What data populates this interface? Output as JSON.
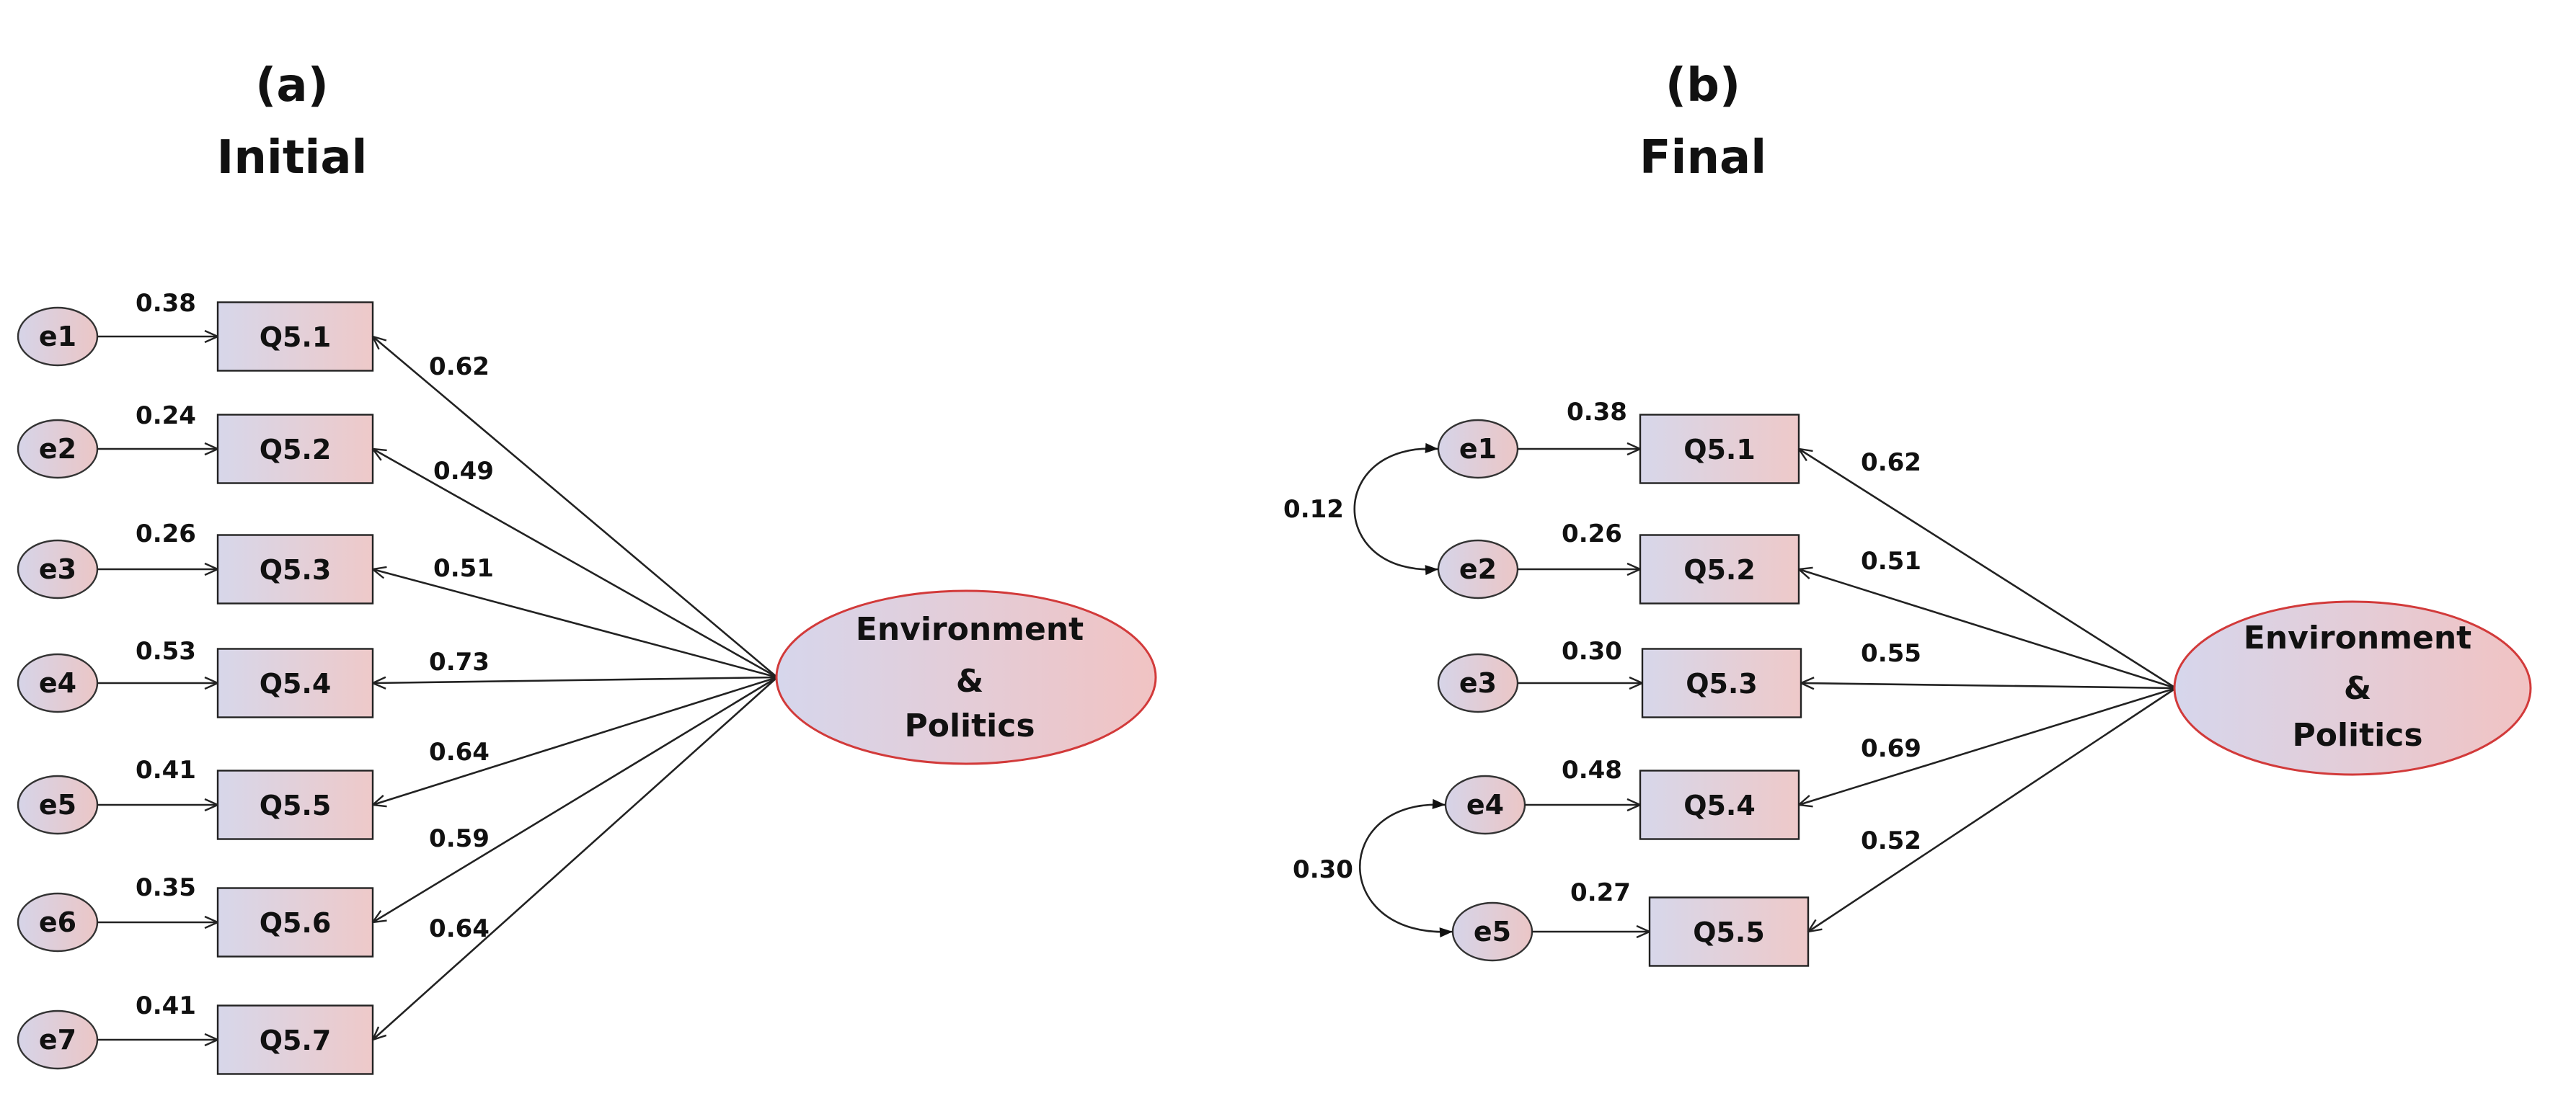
{
  "panel_a": {
    "label": "(a)",
    "title": "Initial",
    "latent": [
      "Environment",
      "&",
      "Politics"
    ],
    "rows": [
      {
        "error": "e1",
        "item": "Q5.1",
        "error_value": "0.38",
        "loading": "0.62"
      },
      {
        "error": "e2",
        "item": "Q5.2",
        "error_value": "0.24",
        "loading": "0.49"
      },
      {
        "error": "e3",
        "item": "Q5.3",
        "error_value": "0.26",
        "loading": "0.51"
      },
      {
        "error": "e4",
        "item": "Q5.4",
        "error_value": "0.53",
        "loading": "0.73"
      },
      {
        "error": "e5",
        "item": "Q5.5",
        "error_value": "0.41",
        "loading": "0.64"
      },
      {
        "error": "e6",
        "item": "Q5.6",
        "error_value": "0.35",
        "loading": "0.59"
      },
      {
        "error": "e7",
        "item": "Q5.7",
        "error_value": "0.41",
        "loading": "0.64"
      }
    ]
  },
  "panel_b": {
    "label": "(b)",
    "title": "Final",
    "latent": [
      "Environment",
      "&",
      "Politics"
    ],
    "rows": [
      {
        "error": "e1",
        "item": "Q5.1",
        "error_value": "0.38",
        "loading": "0.62"
      },
      {
        "error": "e2",
        "item": "Q5.2",
        "error_value": "0.26",
        "loading": "0.51"
      },
      {
        "error": "e3",
        "item": "Q5.3",
        "error_value": "0.30",
        "loading": "0.55"
      },
      {
        "error": "e4",
        "item": "Q5.4",
        "error_value": "0.48",
        "loading": "0.69"
      },
      {
        "error": "e5",
        "item": "Q5.5",
        "error_value": "0.27",
        "loading": "0.52"
      }
    ],
    "covariances": [
      {
        "from": "e1",
        "to": "e2",
        "value": "0.12"
      },
      {
        "from": "e4",
        "to": "e5",
        "value": "0.30"
      }
    ]
  }
}
